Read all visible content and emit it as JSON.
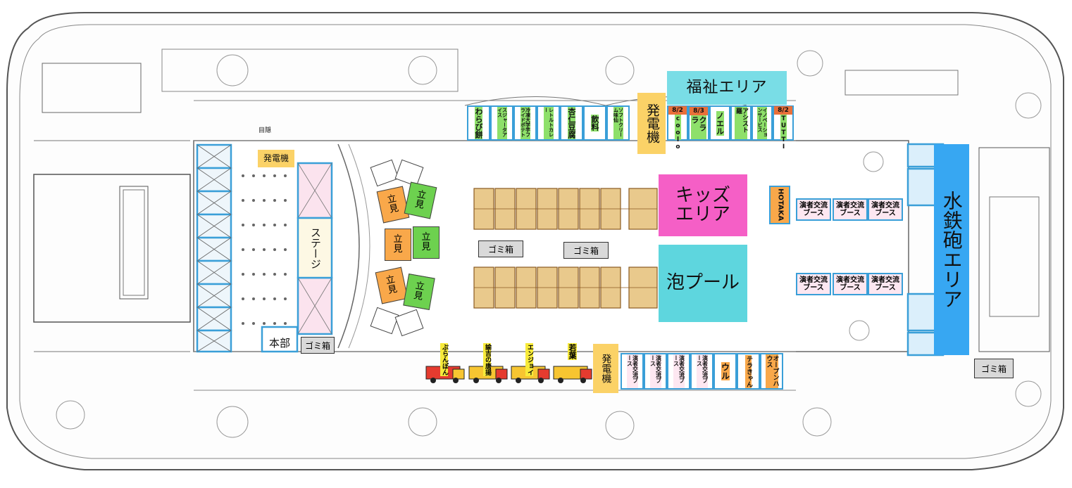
{
  "colors": {
    "kids": "#f55fc6",
    "bubble": "#5ed6de",
    "welfare": "#79dde6",
    "water_gun": "#37a7f2",
    "generator": "#fbd267",
    "stand_orange": "#f9a84a",
    "stand_green": "#6dd14f",
    "stall_green": "#8ee06a",
    "stall_border": "#3a9fd8",
    "booth_pink": "#fde7f1",
    "trash_gray": "#d9d9d9",
    "truck_red": "#e53b2f",
    "truck_yellow": "#f7c531",
    "date_tag": "#e9703a"
  },
  "areas": {
    "welfare": "福祉エリア",
    "kids_line1": "キッズ",
    "kids_line2": "エリア",
    "bubble_pool": "泡プール",
    "water_gun": "水鉄砲エリア",
    "stage": "ステージ",
    "headquarters": "本部",
    "generator_top": "発電機",
    "generator_stage": "発電機",
    "generator_bottom": "発電機",
    "hotaka": "HOTAKA",
    "eye_label": "目隠"
  },
  "trash": [
    "ゴミ箱",
    "ゴミ箱",
    "ゴミ箱",
    "ゴミ箱"
  ],
  "standing": {
    "label": "立見",
    "line1": "立",
    "line2": "見",
    "tiles": [
      "orange",
      "green",
      "orange",
      "green",
      "orange",
      "green"
    ]
  },
  "top_stalls": [
    {
      "name": "わらび餅",
      "date": ""
    },
    {
      "name": "スジャータアイス",
      "date": ""
    },
    {
      "name": "冷凍大学芋フライドポテト",
      "date": ""
    },
    {
      "name": "レトルトカレー",
      "date": ""
    },
    {
      "name": "杏仁豆腐",
      "date": ""
    },
    {
      "name": "飲料",
      "date": ""
    },
    {
      "name": "ソフトクリーム味仙",
      "date": ""
    },
    {
      "name": "coolo",
      "date": "8/2"
    },
    {
      "name": "クララ",
      "date": "8/3"
    },
    {
      "name": "ノエル",
      "date": ""
    },
    {
      "name": "アシスト羅",
      "date": ""
    },
    {
      "name": "イノベーションサービス",
      "date": ""
    },
    {
      "name": "TUTTI",
      "date": "8/2"
    }
  ],
  "bottom_stalls": [
    {
      "name": "演者交流ブース"
    },
    {
      "name": "演者交流ブース"
    },
    {
      "name": "演者交流ブース"
    },
    {
      "name": "演者交流ブース"
    },
    {
      "name": "ウル"
    },
    {
      "name": "テラきゃん"
    },
    {
      "name": "オープンハウス"
    }
  ],
  "right_booths": {
    "line1": "演者交流",
    "line2": "ブース"
  },
  "trucks": [
    "ぷらんぽん",
    "諭吉の唐揚",
    "エンジョイ",
    "若葉"
  ]
}
